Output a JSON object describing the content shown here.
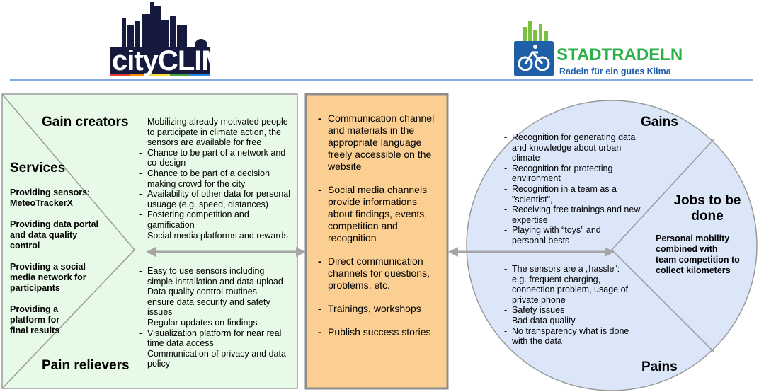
{
  "logos": {
    "cityclim_text": "cityCLIM",
    "stadtradeln_title": "STADTRADELN",
    "stadtradeln_subtitle": "Radeln für ein gutes Klima"
  },
  "colors": {
    "left_panel": "#e7fae7",
    "middle_panel": "#fbcf91",
    "right_panel": "#dce6f9",
    "header_rule": "#5b8fd6",
    "arrow": "#a6a6a6"
  },
  "left_panel": {
    "gain_creators_title": "Gain creators",
    "pain_relievers_title": "Pain relievers",
    "services_title": "Services",
    "services": [
      [
        "Providing sensors:",
        "MeteoTrackerX"
      ],
      [
        "Providing data portal",
        "and data quality",
        "control"
      ],
      [
        "Providing a social",
        "media network for",
        "participants"
      ],
      [
        "Providing a",
        "platform for",
        "final results"
      ]
    ],
    "gain_creators": [
      [
        "Mobilizing already motivated people",
        "to participate in climate action, the",
        "sensors are available for free"
      ],
      [
        "Chance to be part of a network and",
        "co-design"
      ],
      [
        "Chance to be part of a decision",
        "making crowd for the city"
      ],
      [
        "Availability of other data for personal",
        "usuage (e.g. speed, distances)"
      ],
      [
        "Fostering competition and",
        "gamification"
      ],
      [
        "Social media platforms and rewards"
      ]
    ],
    "pain_relievers": [
      [
        "Easy to use sensors including",
        "simple installation and data upload"
      ],
      [
        "Data quality control routines",
        "ensure data security and safety",
        "issues"
      ],
      [
        "Regular updates on findings"
      ],
      [
        "Visualization platform for near real",
        "time data access"
      ],
      [
        "Communication of privacy and data",
        "policy"
      ]
    ]
  },
  "middle_panel": {
    "items": [
      [
        "Communication channel",
        "and materials in the",
        "appropriate language",
        "freely accessible on the",
        "website"
      ],
      [
        "Social media channels",
        "provide informations",
        "about findings, events,",
        "competition and",
        "recognition"
      ],
      [
        "Direct communication",
        "channels for questions,",
        "problems, etc."
      ],
      [
        "Trainings, workshops"
      ],
      [
        "Publish success stories"
      ]
    ]
  },
  "right_panel": {
    "gains_title": "Gains",
    "pains_title": "Pains",
    "jobs_title": [
      "Jobs to be",
      "done"
    ],
    "jobs_text": [
      "Personal mobility",
      "combined with",
      "team competition to",
      "collect kilometers"
    ],
    "gains": [
      [
        "Recognition for generating data",
        "and knowledge about urban",
        "climate"
      ],
      [
        "Recognition for protecting",
        "environment"
      ],
      [
        "Recognition in a team as a",
        "\"scientist\","
      ],
      [
        "Receiving free trainings and new",
        "expertise"
      ],
      [
        "Playing with “toys” and",
        "personal bests"
      ]
    ],
    "pains": [
      [
        "The sensors are a „hassle“:",
        "e.g. frequent charging,",
        "connection problem, usage of",
        "private phone"
      ],
      [
        "Safety issues"
      ],
      [
        "Bad data quality"
      ],
      [
        "No transparency what is done",
        "with the data"
      ]
    ]
  }
}
